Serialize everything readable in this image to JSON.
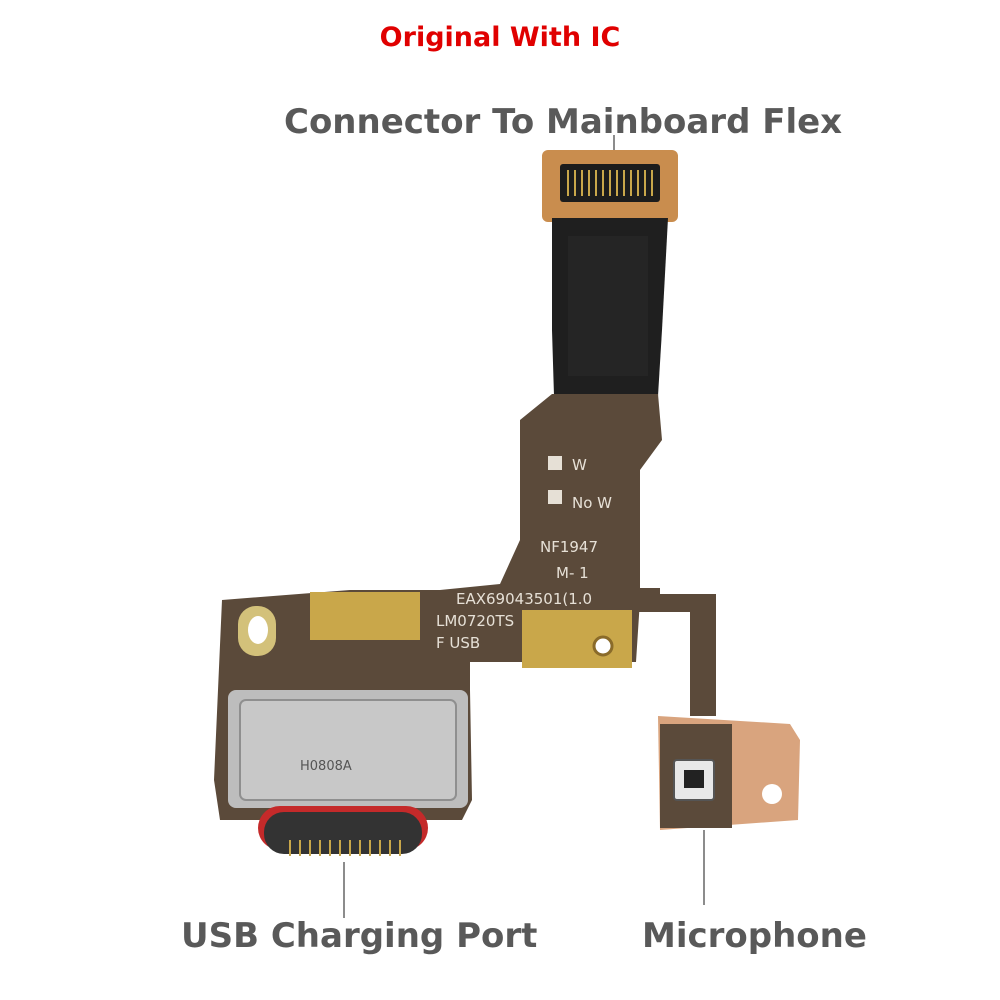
{
  "title": "Original With IC",
  "labels": {
    "connector": "Connector To Mainboard Flex",
    "usb_port": "USB Charging Port",
    "microphone": "Microphone"
  },
  "board_print": {
    "line1": "W",
    "line2": "No W",
    "line3": "NF1947",
    "line4": "M- 1",
    "line5": "EAX69043501(1.0",
    "line6": "LM0720TS",
    "line7": "F USB",
    "port_mark": "H0808A"
  },
  "colors": {
    "title": "#e00000",
    "label": "#595959",
    "pcb": "#5b4a3a",
    "gold": "#c9a74a",
    "flex": "#222222",
    "copper": "#d9a47e"
  }
}
